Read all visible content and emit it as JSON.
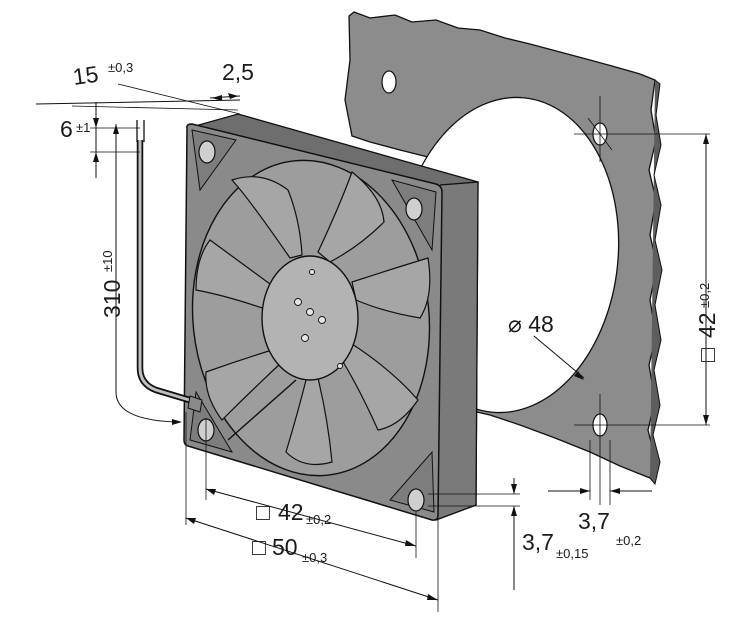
{
  "drawing": {
    "colors": {
      "plate": "#8c8c8c",
      "plate_dark": "#5e5e5e",
      "fan_frame": "#8a8a8a",
      "fan_face": "#9a9a9a",
      "fan_blade": "#a6a6a6",
      "hub": "#b3b3b3",
      "cutout": "#ffffff",
      "line": "#111111"
    },
    "icons": [
      "fan-icon",
      "mounting-plate-icon",
      "cable-icon"
    ],
    "dimensions": {
      "depth": {
        "value": "15",
        "tol": "±0,3"
      },
      "flange": {
        "value": "2,5"
      },
      "cable_strip": {
        "value": "6",
        "tol": "±1"
      },
      "cable_length": {
        "value": "310",
        "tol": "±10"
      },
      "hole_circle_diameter": {
        "value": "⌀ 48"
      },
      "plate_spacing": {
        "prefix": "□",
        "value": "42",
        "tol": "±0,2"
      },
      "fan_hole_spacing": {
        "prefix": "□",
        "value": "42",
        "tol": "±0,2"
      },
      "fan_size": {
        "prefix": "□",
        "value": "50",
        "tol": "±0,3"
      },
      "plate_hole": {
        "value": "3,7",
        "tol": "±0,2"
      },
      "fan_hole": {
        "value": "3,7",
        "tol": "±0,15"
      }
    }
  }
}
